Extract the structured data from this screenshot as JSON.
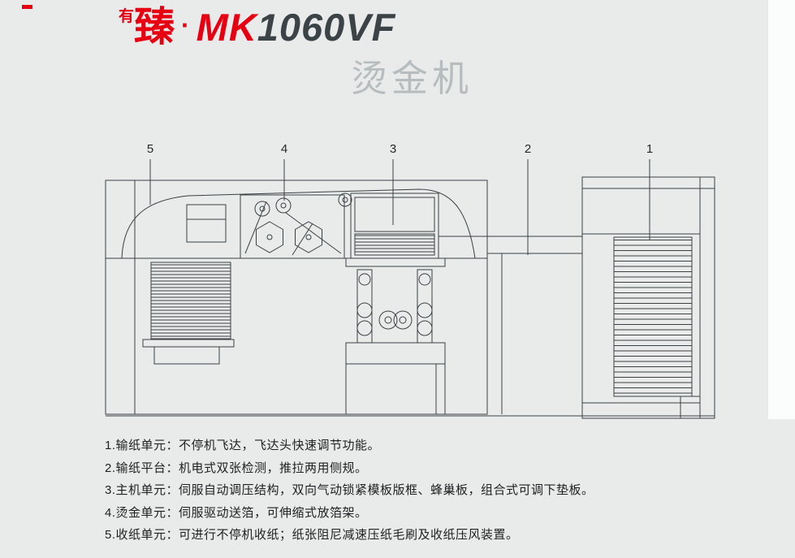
{
  "theme": {
    "accent": "#e60012",
    "subtitle_gray": "#b7bdbf",
    "line_color": "#3b4043",
    "background": "#e9ebea"
  },
  "header": {
    "brand_prefix": "有",
    "brand_char": "臻",
    "separator": "·",
    "model_red": "MK",
    "model_dark": "1060VF",
    "subtitle": "烫金机"
  },
  "diagram": {
    "callouts": [
      {
        "num": "5"
      },
      {
        "num": "4"
      },
      {
        "num": "3"
      },
      {
        "num": "2"
      },
      {
        "num": "1"
      }
    ]
  },
  "descriptions": [
    "1.输纸单元：不停机飞达，飞达头快速调节功能。",
    "2.输纸平台：机电式双张检测，推拉两用侧规。",
    "3.主机单元：伺服自动调压结构，双向气动锁紧模板版框、蜂巢板，组合式可调下垫板。",
    "4.烫金单元：伺服驱动送箔，可伸缩式放箔架。",
    "5.收纸单元：可进行不停机收纸；纸张阻尼减速压纸毛刷及收纸压风装置。"
  ]
}
